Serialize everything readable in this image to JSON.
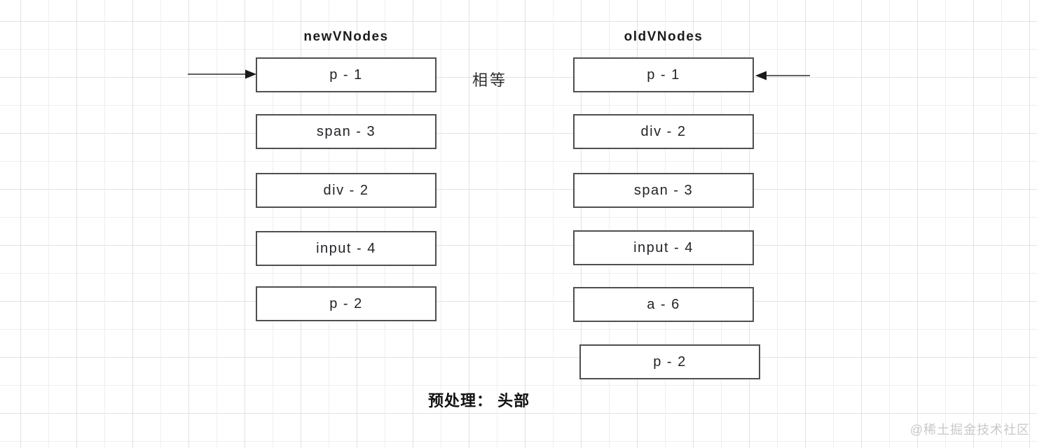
{
  "diagram": {
    "columns": [
      {
        "title": "newVNodes",
        "nodes": [
          "p - 1",
          "span - 3",
          "div - 2",
          "input - 4",
          "p - 2"
        ]
      },
      {
        "title": "oldVNodes",
        "nodes": [
          "p - 1",
          "div - 2",
          "span - 3",
          "input - 4",
          "a - 6",
          "p - 2"
        ]
      }
    ],
    "relation_label": "相等",
    "caption": "预处理： 头部",
    "watermark": "@稀土掘金技术社区",
    "colors": {
      "box_border": "#4f4f4f",
      "box_fill": "#ffffff",
      "text": "#23232a",
      "arrow": "#2f2f2f",
      "grid_major": "#e2e2e2",
      "grid_minor": "#efefef",
      "watermark": "#c9c9c9"
    },
    "icons": [
      "arrow-right-icon",
      "arrow-left-icon"
    ]
  }
}
